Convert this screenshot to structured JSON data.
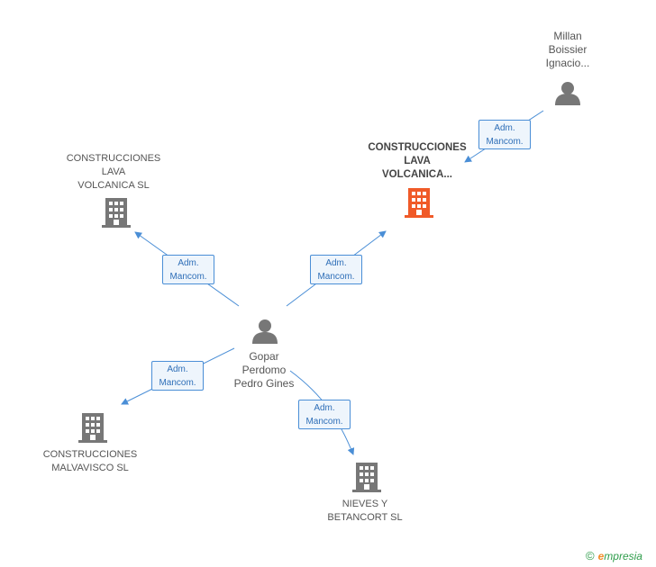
{
  "nodes": {
    "millan": {
      "label": "Millan\nBoissier\nIgnacio..."
    },
    "lava_volcanica_focus": {
      "label": "CONSTRUCCIONES\nLAVA\nVOLCANICA..."
    },
    "lava_volcanica_sl": {
      "label": "CONSTRUCCIONES\nLAVA\nVOLCANICA SL"
    },
    "gopar": {
      "label": "Gopar\nPerdomo\nPedro Gines"
    },
    "malvavisco": {
      "label": "CONSTRUCCIONES\nMALVAVISCO SL"
    },
    "nieves": {
      "label": "NIEVES Y\nBETANCORT SL"
    }
  },
  "edges": {
    "millan_to_focus": "Adm.\nMancom.",
    "gopar_to_lava_sl": "Adm.\nMancom.",
    "gopar_to_focus": "Adm.\nMancom.",
    "gopar_to_malvavisco": "Adm.\nMancom.",
    "gopar_to_nieves": "Adm.\nMancom."
  },
  "colors": {
    "edge": "#4a8ed6",
    "company_icon": "#777777",
    "focus_icon": "#f05a28",
    "person_icon": "#777777"
  },
  "icons": {
    "person": "person-icon",
    "company": "building-icon"
  },
  "footer": {
    "copyright": "©",
    "brand_first": "e",
    "brand_rest": "mpresia"
  }
}
